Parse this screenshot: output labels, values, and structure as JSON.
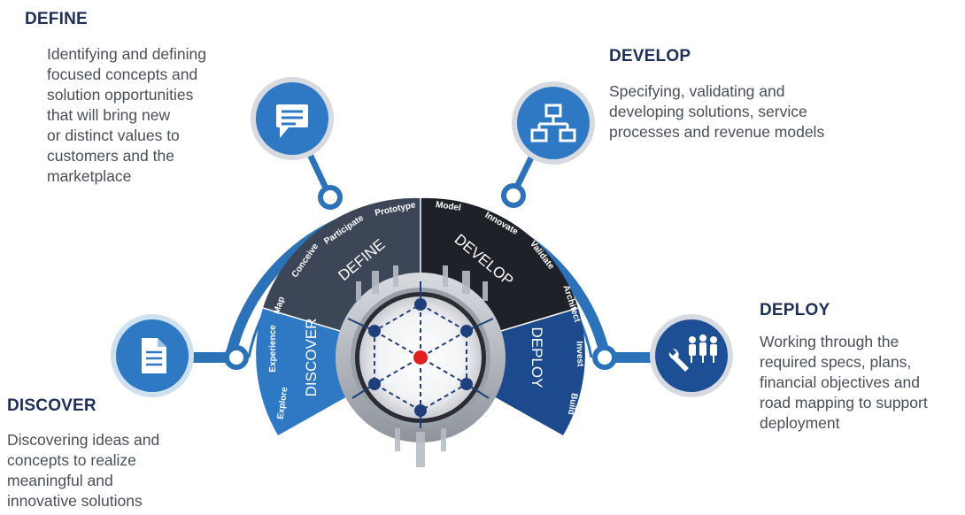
{
  "phases": {
    "define": {
      "title": "DEFINE",
      "lines": [
        "Identifying and defining",
        "focused concepts and",
        "solution opportunities",
        "that will bring new",
        "or distinct values to",
        "customers and the",
        "marketplace"
      ],
      "ring_label": "DEFINE",
      "steps": [
        "Conceive",
        "Participate",
        "Prototype"
      ],
      "icon": "speech-bubble-icon",
      "color": "#3c4657"
    },
    "develop": {
      "title": "DEVELOP",
      "lines": [
        "Specifying, validating and",
        "developing solutions, service",
        "processes and revenue models"
      ],
      "ring_label": "DEVELOP",
      "steps": [
        "Model",
        "Innovate",
        "Validate"
      ],
      "icon": "org-chart-icon",
      "color": "#1e2128"
    },
    "deploy": {
      "title": "DEPLOY",
      "lines": [
        "Working through the",
        "required specs, plans,",
        "financial objectives and",
        "road mapping to support",
        "deployment"
      ],
      "ring_label": "DEPLOY",
      "steps": [
        "Architect",
        "Invest",
        "Build"
      ],
      "icon": "wrench-people-icon",
      "color": "#1c4a8c"
    },
    "discover": {
      "title": "DISCOVER",
      "lines": [
        "Discovering ideas and",
        "concepts to realize",
        "meaningful and",
        "innovative solutions"
      ],
      "ring_label": "DISCOVER",
      "steps": [
        "Explore",
        "Experience",
        "Map"
      ],
      "icon": "document-icon",
      "color": "#2f79c4"
    }
  },
  "colors": {
    "arc": "#2c72b8",
    "hub_node": "#1f3f7a",
    "center_node": "#e02020"
  }
}
